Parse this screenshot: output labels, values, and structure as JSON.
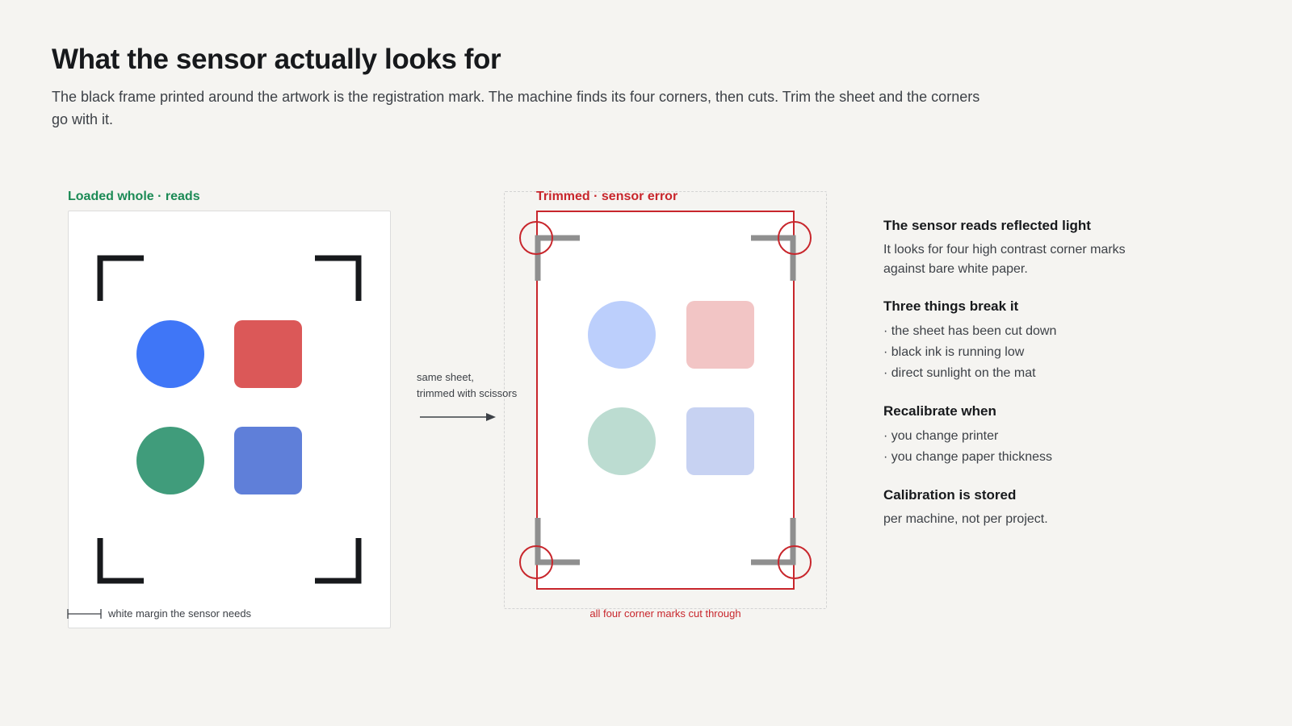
{
  "header": {
    "title": "What the sensor actually looks for",
    "subtitle": "The black frame printed around the artwork is the registration mark. The machine finds its four corners, then cuts. Trim the sheet and the corners go with it."
  },
  "left_panel": {
    "label": "Loaded whole · reads",
    "margin_note": "white margin the sensor needs"
  },
  "arrow": {
    "note_line1": "same sheet,",
    "note_line2": "trimmed with scissors"
  },
  "right_panel": {
    "label": "Trimmed · sensor error",
    "note": "all four corner marks cut through"
  },
  "notes": {
    "sensor": {
      "heading": "The sensor reads reflected light",
      "text": "It looks for four high contrast corner marks against bare white paper."
    },
    "breaks": {
      "heading": "Three things break it",
      "items": [
        "the sheet has been cut down",
        "black ink is running low",
        "direct sunlight on the mat"
      ]
    },
    "recalibrate": {
      "heading": "Recalibrate when",
      "items": [
        "you change printer",
        "you change paper thickness"
      ]
    },
    "stored": {
      "heading": "Calibration is stored",
      "text": "per machine, not per project."
    }
  },
  "colors": {
    "ok": "#1b8a55",
    "error": "#c8262c",
    "shape_blue_circle": "#3f76f7",
    "shape_red_square": "#db5858",
    "shape_green_circle": "#409c7b",
    "shape_blue_square": "#5f7fd9"
  }
}
